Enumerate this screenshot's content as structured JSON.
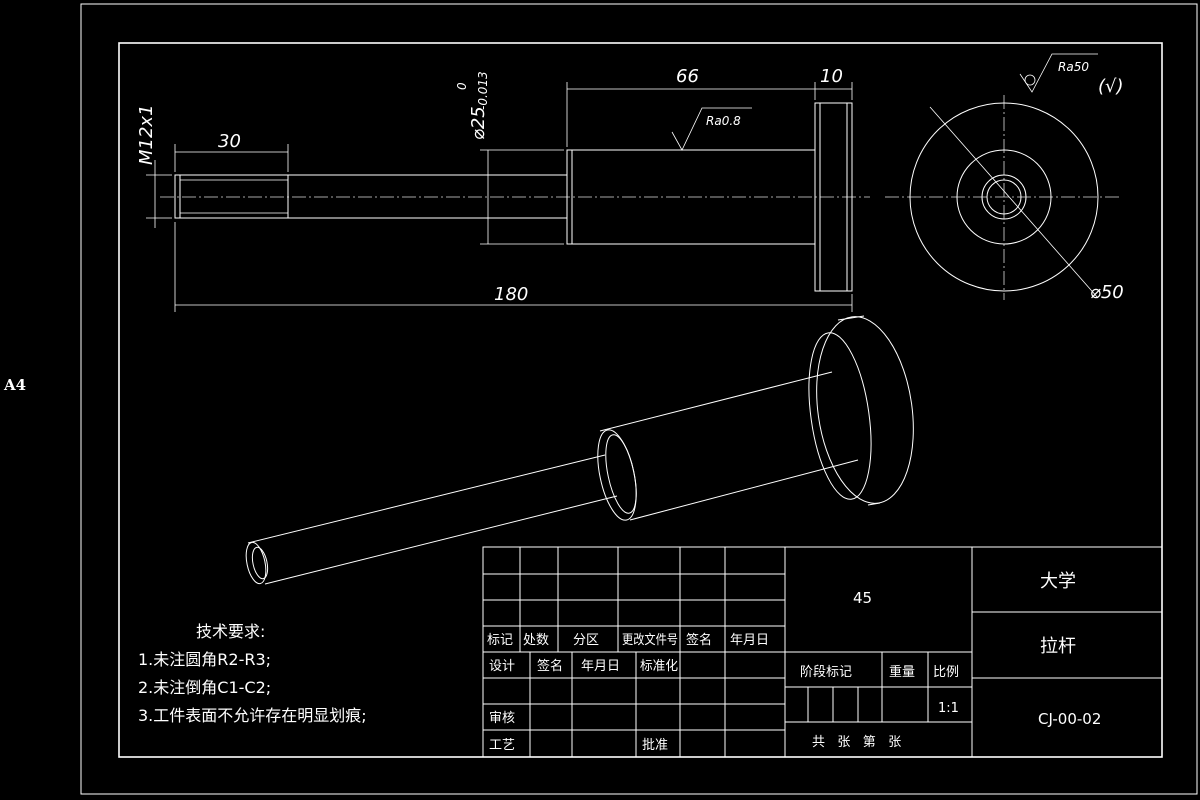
{
  "sheet_size": "A4",
  "dimensions": {
    "thread": "M12x1",
    "thread_length": "30",
    "diameter_main": "⌀25",
    "tol_upper": "0",
    "tol_lower": "-0.013",
    "length_66": "66",
    "length_10": "10",
    "total_length": "180",
    "flange_diameter": "⌀50",
    "roughness_local": "Ra0.8",
    "roughness_general": "Ra50",
    "roughness_general_suffix": "(√)"
  },
  "notes": {
    "title": "技术要求:",
    "items": [
      "1.未注圆角R2-R3;",
      "2.未注倒角C1-C2;",
      "3.工件表面不允许存在明显划痕;"
    ]
  },
  "title_block": {
    "material": "45",
    "school": "大学",
    "part_name": "拉杆",
    "drawing_no": "CJ-00-02",
    "scale": "1:1",
    "headers": {
      "mark": "标记",
      "count": "处数",
      "zone": "分区",
      "change_no": "更改文件号",
      "signature": "签名",
      "date": "年月日",
      "design": "设计",
      "signature2": "签名",
      "date2": "年月日",
      "standard": "标准化",
      "stage": "阶段标记",
      "weight": "重量",
      "ratio": "比例",
      "review": "审核",
      "process": "工艺",
      "approve": "批准",
      "sheet_total": "共   张   第   张"
    }
  }
}
